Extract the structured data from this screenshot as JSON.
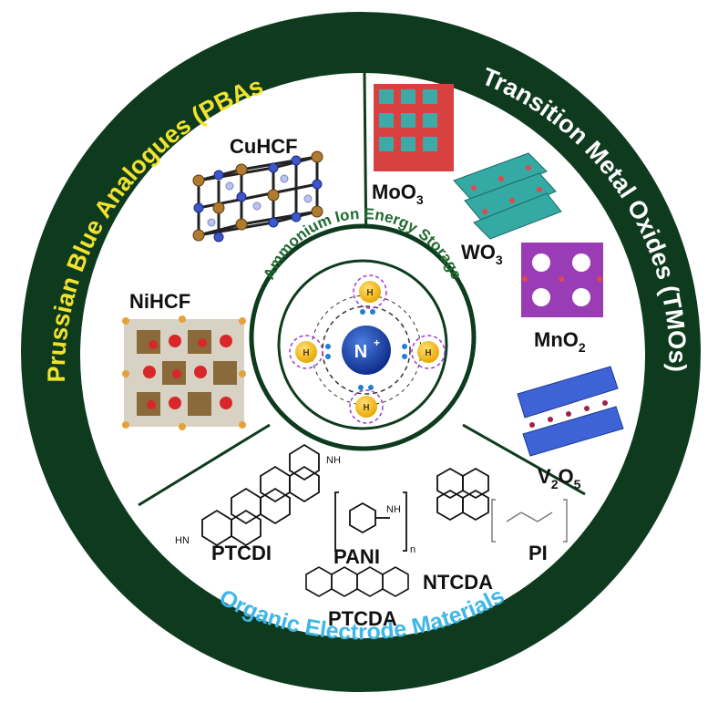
{
  "ring": {
    "top_left": "Prussian Blue Analogues (PBAs)",
    "top_right": "Transition Metal Oxides (TMOs)",
    "bottom": "Organic Electrode Materials"
  },
  "center": {
    "title": "Ammonium Ion Energy Storage",
    "core": "N",
    "core_sup": "+",
    "h_label": "H"
  },
  "pba": {
    "cuhcf": "CuHCF",
    "nihcf": "NiHCF"
  },
  "tmo": {
    "moo3_base": "MoO",
    "moo3_sub": "3",
    "wo3_base": "WO",
    "wo3_sub": "3",
    "mno2_base": "MnO",
    "mno2_sub": "2",
    "v_base": "V",
    "v_sub": "2",
    "o_base": "O",
    "o_sub": "5"
  },
  "organic": {
    "ptcdi": "PTCDI",
    "pani": "PANI",
    "pani_n": "n",
    "ptcda": "PTCDA",
    "ntcda": "NTCDA",
    "pi": "PI",
    "nh": "NH",
    "hn": "HN"
  },
  "colors": {
    "ring": "#0e3b1e",
    "ring_text_yellow": "#f2e230",
    "ring_text_white": "#ffffff",
    "ring_text_blue": "#3fb6e8",
    "center_text": "#1f6b2e"
  }
}
